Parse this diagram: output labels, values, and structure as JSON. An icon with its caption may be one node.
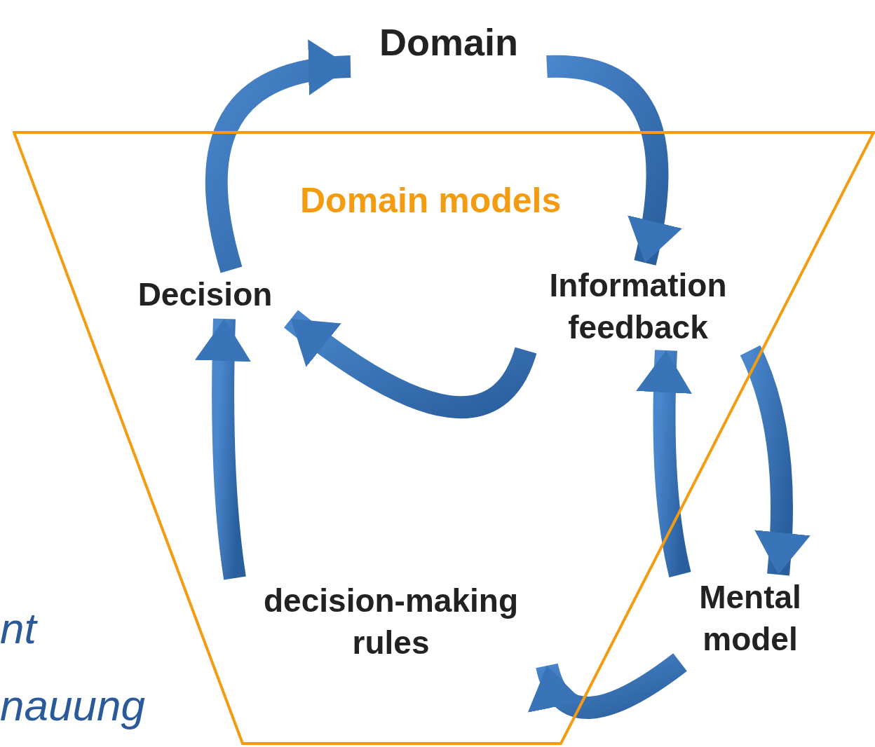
{
  "diagram": {
    "nodes": [
      {
        "text": [
          "Domain"
        ]
      },
      {
        "text": [
          "Domain models"
        ]
      },
      {
        "text": [
          "Decision"
        ],
        "in": 1
      },
      {
        "text": [
          "Information feedback"
        ],
        "in": 1
      },
      {
        "text": [
          "Mental model"
        ]
      },
      {
        "text": [
          "decision-making rules"
        ],
        "in": 1
      }
    ],
    "edges": [
      {
        "from": 2,
        "to": 0,
        "arrow": "to"
      },
      {
        "from": 0,
        "to": 3,
        "arrow": "to"
      },
      {
        "from": 3,
        "to": 2,
        "arrow": "to"
      },
      {
        "from": 3,
        "to": 4,
        "arrow": "to"
      },
      {
        "from": 4,
        "to": 3,
        "arrow": "to"
      },
      {
        "from": 4,
        "to": 5,
        "arrow": "to"
      },
      {
        "from": 5,
        "to": 2,
        "arrow": "to"
      }
    ],
    "labels": [
      "nt",
      "nauung"
    ]
  }
}
